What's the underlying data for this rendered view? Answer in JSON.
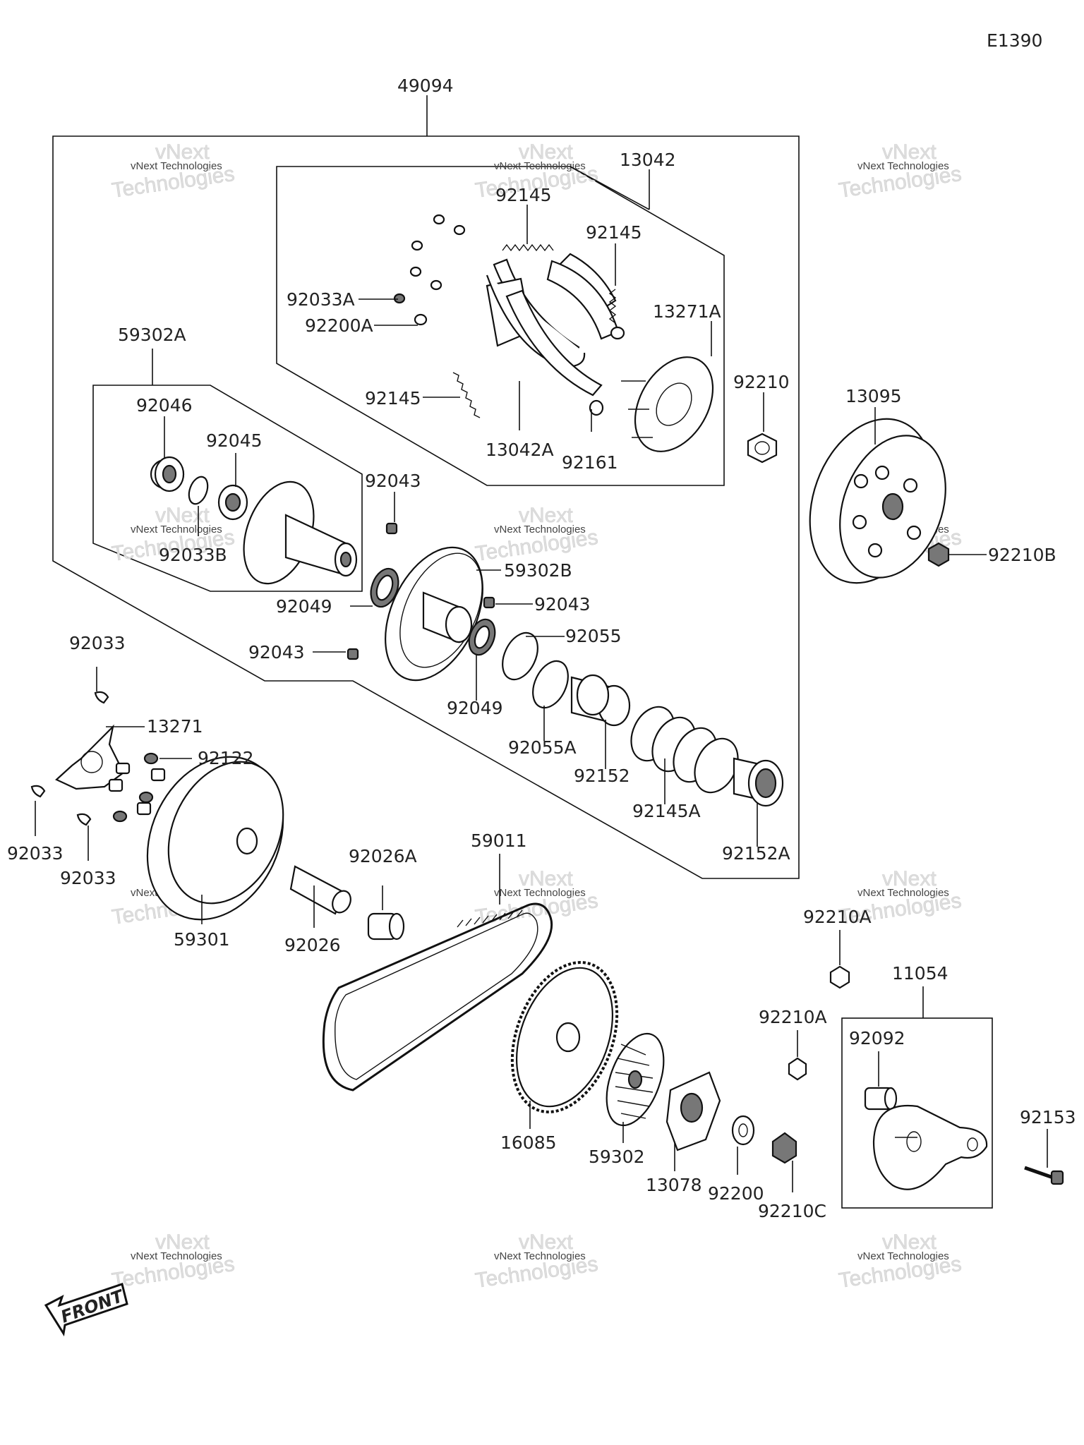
{
  "diagram_code": "E1390",
  "front_label": "FRONT",
  "watermark": {
    "line1": "vNext",
    "line2": "vNext Technologies",
    "line3": "Technologies"
  },
  "parts": {
    "p49094": "49094",
    "p13042": "13042",
    "p92145_a": "92145",
    "p92145_b": "92145",
    "p92145_c": "92145",
    "p92033A": "92033A",
    "p92200A": "92200A",
    "p13271A": "13271A",
    "p13042A": "13042A",
    "p92161": "92161",
    "p92210": "92210",
    "p13095": "13095",
    "p92210B": "92210B",
    "p59302A": "59302A",
    "p92046": "92046",
    "p92045": "92045",
    "p92033B": "92033B",
    "p92043_a": "92043",
    "p92043_b": "92043",
    "p92043_c": "92043",
    "p59302B": "59302B",
    "p92049_a": "92049",
    "p92049_b": "92049",
    "p92055": "92055",
    "p92055A": "92055A",
    "p92152": "92152",
    "p92145A": "92145A",
    "p92152A": "92152A",
    "p92033_a": "92033",
    "p92033_b": "92033",
    "p92033_c": "92033",
    "p13271": "13271",
    "p92122": "92122",
    "p59301": "59301",
    "p92026": "92026",
    "p92026A": "92026A",
    "p59011": "59011",
    "p16085": "16085",
    "p59302": "59302",
    "p13078": "13078",
    "p92200": "92200",
    "p92210C": "92210C",
    "p92210A_a": "92210A",
    "p92210A_b": "92210A",
    "p11054": "11054",
    "p92092": "92092",
    "p92153": "92153"
  }
}
